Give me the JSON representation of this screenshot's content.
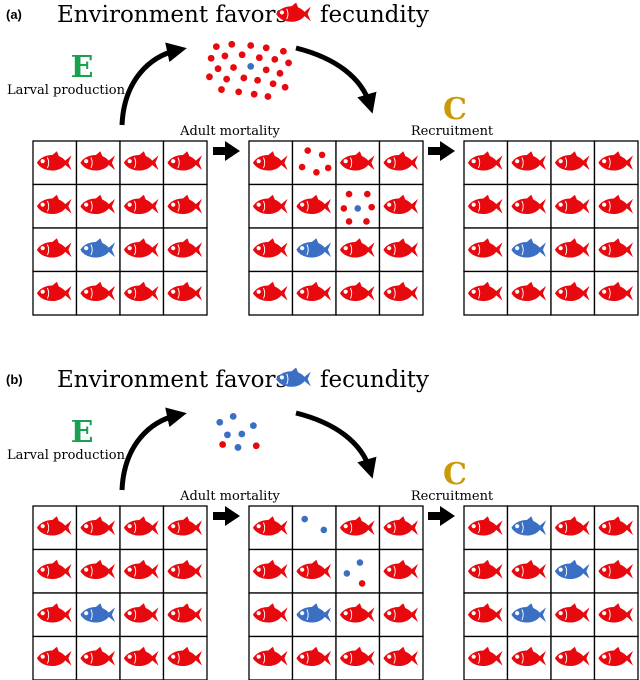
{
  "colors": {
    "red": "#e8090f",
    "blue": "#3a6fc4",
    "green": "#1aa050",
    "gold": "#c99a06",
    "border": "#000000"
  },
  "panels": [
    {
      "tag": "(a)",
      "title_prefix": "Environment favors",
      "title_suffix": "fecundity",
      "title_fish": "red",
      "letter_e": "E",
      "letter_c": "C",
      "larval_label": "Larval production",
      "adult_label": "Adult mortality",
      "recruit_label": "Recruitment",
      "larvae_cloud": {
        "red": [
          [
            0.12,
            0.08
          ],
          [
            0.3,
            0.04
          ],
          [
            0.52,
            0.06
          ],
          [
            0.7,
            0.1
          ],
          [
            0.9,
            0.16
          ],
          [
            0.06,
            0.28
          ],
          [
            0.22,
            0.24
          ],
          [
            0.42,
            0.22
          ],
          [
            0.62,
            0.27
          ],
          [
            0.8,
            0.3
          ],
          [
            0.96,
            0.36
          ],
          [
            0.14,
            0.46
          ],
          [
            0.32,
            0.44
          ],
          [
            0.7,
            0.48
          ],
          [
            0.86,
            0.54
          ],
          [
            0.04,
            0.6
          ],
          [
            0.24,
            0.64
          ],
          [
            0.44,
            0.62
          ],
          [
            0.6,
            0.66
          ],
          [
            0.78,
            0.72
          ],
          [
            0.18,
            0.82
          ],
          [
            0.38,
            0.86
          ],
          [
            0.56,
            0.9
          ],
          [
            0.72,
            0.94
          ],
          [
            0.92,
            0.78
          ]
        ],
        "blue": [
          [
            0.52,
            0.42
          ]
        ]
      },
      "grid1": [
        "red",
        "red",
        "red",
        "red",
        "red",
        "red",
        "red",
        "red",
        "red",
        "blue",
        "red",
        "red",
        "red",
        "red",
        "red",
        "red"
      ],
      "grid2": [
        "red",
        "larvae",
        "red",
        "red",
        "red",
        "red",
        "larvae",
        "red",
        "red",
        "blue",
        "red",
        "red",
        "red",
        "red",
        "red",
        "red"
      ],
      "grid2_larvae": [
        {
          "cell": 1,
          "dots": [
            [
              "red",
              0.35,
              0.22
            ],
            [
              "red",
              0.68,
              0.32
            ],
            [
              "red",
              0.22,
              0.6
            ],
            [
              "red",
              0.55,
              0.72
            ],
            [
              "red",
              0.82,
              0.62
            ]
          ]
        },
        {
          "cell": 6,
          "dots": [
            [
              "red",
              0.3,
              0.22
            ],
            [
              "red",
              0.72,
              0.22
            ],
            [
              "red",
              0.18,
              0.55
            ],
            [
              "blue",
              0.5,
              0.55
            ],
            [
              "red",
              0.82,
              0.52
            ],
            [
              "red",
              0.3,
              0.85
            ],
            [
              "red",
              0.7,
              0.85
            ]
          ]
        }
      ],
      "grid3": [
        "red",
        "red",
        "red",
        "red",
        "red",
        "red",
        "red",
        "red",
        "red",
        "blue",
        "red",
        "red",
        "red",
        "red",
        "red",
        "red"
      ]
    },
    {
      "tag": "(b)",
      "title_prefix": "Environment favors",
      "title_suffix": "fecundity",
      "title_fish": "blue",
      "letter_e": "E",
      "letter_c": "C",
      "larval_label": "Larval production",
      "adult_label": "Adult mortality",
      "recruit_label": "Recruitment",
      "larvae_cloud": {
        "red": [
          [
            0.18,
            0.75
          ],
          [
            0.88,
            0.78
          ]
        ],
        "blue": [
          [
            0.12,
            0.22
          ],
          [
            0.4,
            0.08
          ],
          [
            0.82,
            0.3
          ],
          [
            0.28,
            0.52
          ],
          [
            0.58,
            0.5
          ],
          [
            0.5,
            0.82
          ]
        ]
      },
      "grid1": [
        "red",
        "red",
        "red",
        "red",
        "red",
        "red",
        "red",
        "red",
        "red",
        "blue",
        "red",
        "red",
        "red",
        "red",
        "red",
        "red"
      ],
      "grid2": [
        "red",
        "larvae",
        "red",
        "red",
        "red",
        "red",
        "larvae",
        "red",
        "red",
        "blue",
        "red",
        "red",
        "red",
        "red",
        "red",
        "red"
      ],
      "grid2_larvae": [
        {
          "cell": 1,
          "dots": [
            [
              "blue",
              0.28,
              0.3
            ],
            [
              "blue",
              0.72,
              0.55
            ]
          ]
        },
        {
          "cell": 6,
          "dots": [
            [
              "blue",
              0.55,
              0.3
            ],
            [
              "blue",
              0.25,
              0.55
            ],
            [
              "red",
              0.6,
              0.78
            ]
          ]
        }
      ],
      "grid3": [
        "red",
        "blue",
        "red",
        "red",
        "red",
        "red",
        "blue",
        "red",
        "red",
        "blue",
        "red",
        "red",
        "red",
        "red",
        "red",
        "red"
      ]
    }
  ]
}
